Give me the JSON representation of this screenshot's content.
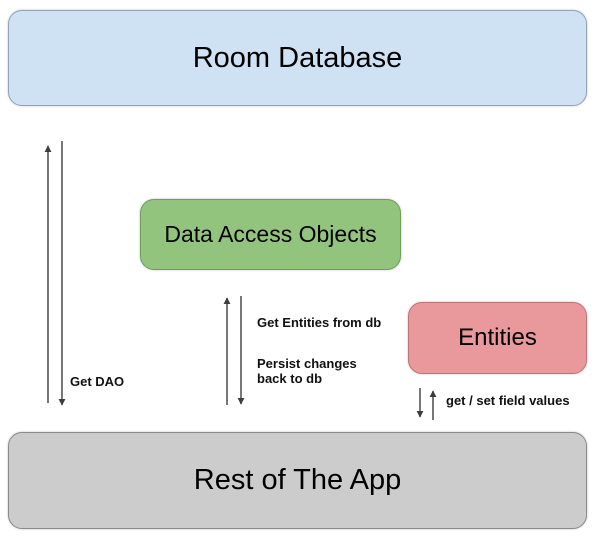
{
  "diagram": {
    "background": "#ffffff",
    "arrow_color": "#3d3d3d",
    "nodes": {
      "room_database": {
        "label": "Room Database",
        "fill": "#cfe2f3",
        "border": "#93a3b5"
      },
      "dao": {
        "label": "Data Access Objects",
        "fill": "#93c47d",
        "border": "#6f9e58"
      },
      "entities": {
        "label": "Entities",
        "fill": "#e9999c",
        "border": "#bd7478"
      },
      "rest_of_app": {
        "label": "Rest of The App",
        "fill": "#cccccc",
        "border": "#8a8a8a"
      }
    },
    "edge_labels": {
      "get_dao": "Get DAO",
      "get_entities": "Get Entities from db",
      "persist_changes": "Persist changes\nback to db",
      "get_set_fields": "get / set field values"
    }
  }
}
